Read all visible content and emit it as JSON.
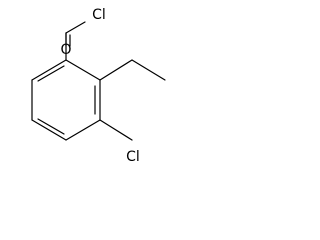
{
  "structure": {
    "atoms": {
      "cl_acyl": "Cl",
      "o_carbonyl": "O",
      "cl_ring": "Cl"
    }
  }
}
